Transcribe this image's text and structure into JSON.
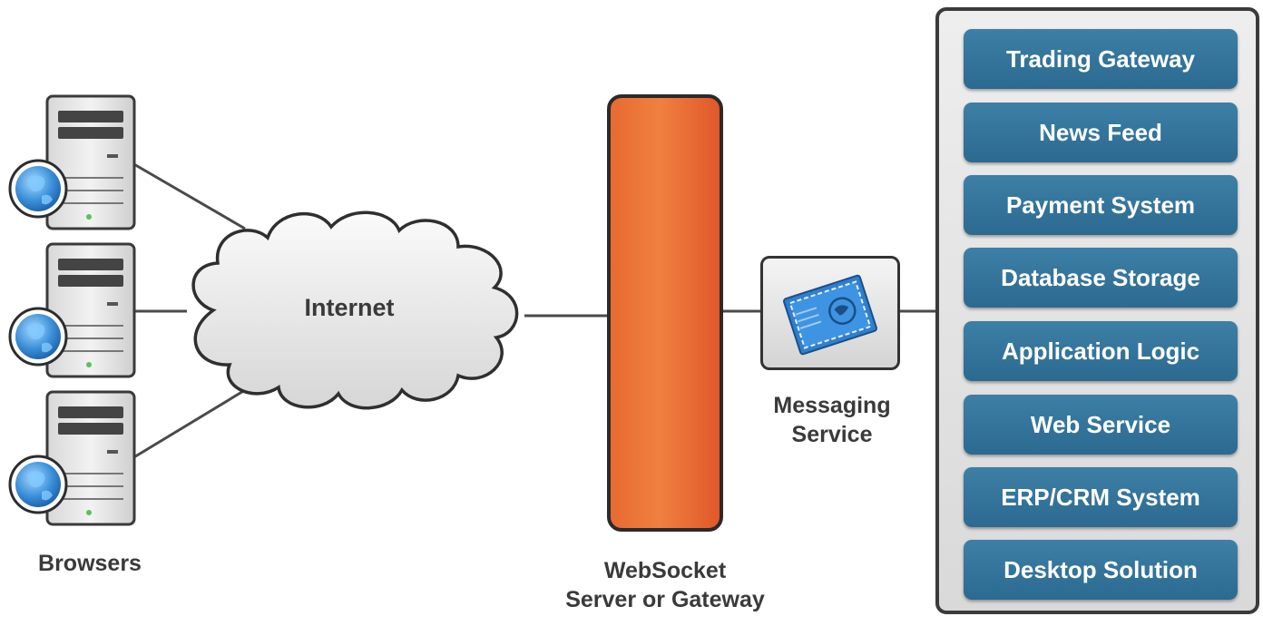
{
  "browsers": {
    "label": "Browsers",
    "count": 3
  },
  "cloud": {
    "label": "Internet"
  },
  "gateway": {
    "label_line1": "WebSocket",
    "label_line2": "Server or Gateway",
    "color": "#f07038"
  },
  "messaging": {
    "label_line1": "Messaging",
    "label_line2": "Service"
  },
  "services": {
    "items": [
      "Trading Gateway",
      "News Feed",
      "Payment System",
      "Database Storage",
      "Application Logic",
      "Web Service",
      "ERP/CRM System",
      "Desktop Solution"
    ],
    "color": "#336f96"
  },
  "icons": {
    "server": "server-tower-icon",
    "globe": "globe-icon",
    "envelope": "envelope-globe-icon"
  }
}
